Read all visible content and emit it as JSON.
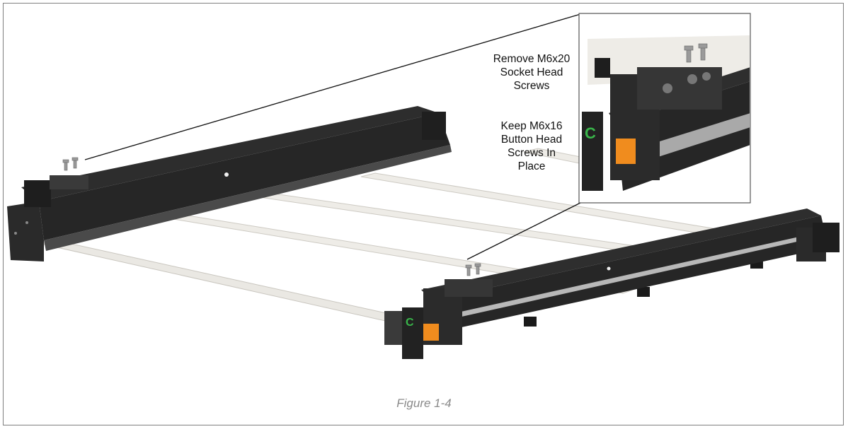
{
  "callouts": {
    "remove": [
      "Remove M6x20",
      "Socket Head",
      "Screws"
    ],
    "keep": [
      "Keep M6x16",
      "Button Head",
      "Screws In",
      "Place"
    ]
  },
  "caption": "Figure 1-4",
  "colors": {
    "frame_border": "#7f7f7f",
    "rail_dark": "#1f1f1f",
    "rail_mid": "#3a3a3a",
    "crossbar": "#eae8e3",
    "coupler_orange": "#f08c1e",
    "logo_green": "#39b54a",
    "caption_gray": "#8a8a8a"
  }
}
